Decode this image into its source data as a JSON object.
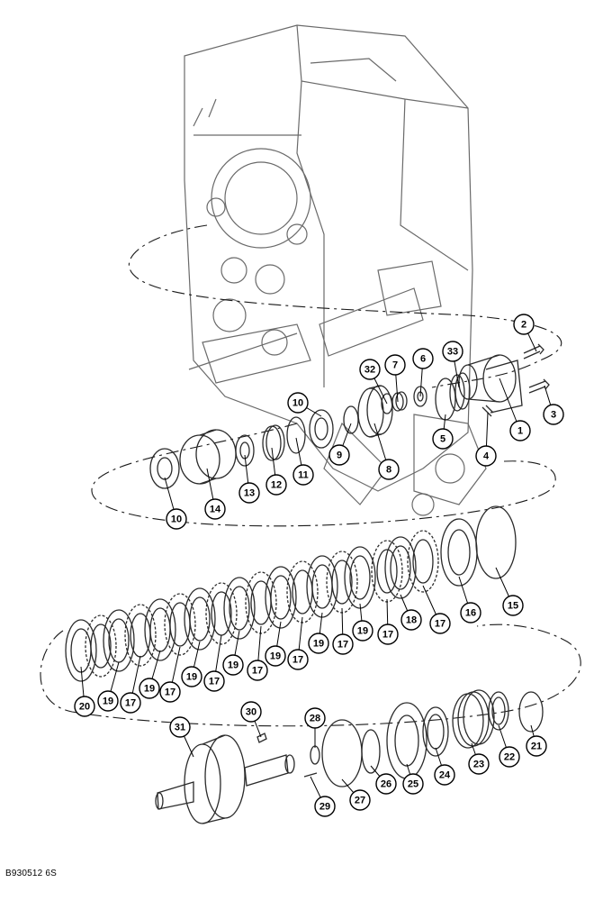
{
  "figure_code": "B930512 6S",
  "callouts": [
    {
      "label": "1"
    },
    {
      "label": "2"
    },
    {
      "label": "3"
    },
    {
      "label": "4"
    },
    {
      "label": "5"
    },
    {
      "label": "6"
    },
    {
      "label": "7"
    },
    {
      "label": "32"
    },
    {
      "label": "33"
    },
    {
      "label": "8"
    },
    {
      "label": "9"
    },
    {
      "label": "10"
    },
    {
      "label": "11"
    },
    {
      "label": "12"
    },
    {
      "label": "13"
    },
    {
      "label": "14"
    },
    {
      "label": "10"
    },
    {
      "label": "15"
    },
    {
      "label": "16"
    },
    {
      "label": "17"
    },
    {
      "label": "18"
    },
    {
      "label": "17"
    },
    {
      "label": "19"
    },
    {
      "label": "17"
    },
    {
      "label": "19"
    },
    {
      "label": "17"
    },
    {
      "label": "19"
    },
    {
      "label": "17"
    },
    {
      "label": "19"
    },
    {
      "label": "17"
    },
    {
      "label": "19"
    },
    {
      "label": "17"
    },
    {
      "label": "19"
    },
    {
      "label": "17"
    },
    {
      "label": "19"
    },
    {
      "label": "20"
    },
    {
      "label": "21"
    },
    {
      "label": "22"
    },
    {
      "label": "23"
    },
    {
      "label": "24"
    },
    {
      "label": "25"
    },
    {
      "label": "26"
    },
    {
      "label": "27"
    },
    {
      "label": "28"
    },
    {
      "label": "29"
    },
    {
      "label": "30"
    },
    {
      "label": "31"
    }
  ]
}
